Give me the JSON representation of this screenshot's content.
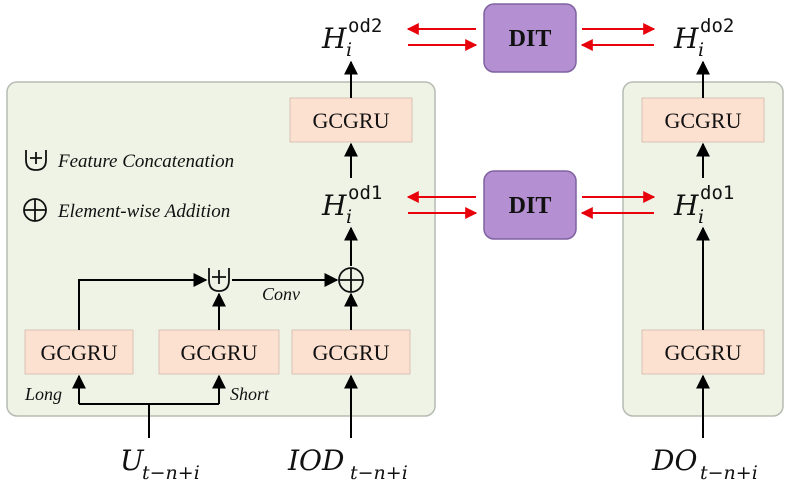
{
  "legend": {
    "concat_label": "Feature Concatenation",
    "add_label": "Element-wise Addition"
  },
  "blocks": {
    "gcgru_label": "GCGRU",
    "dit_label": "DIT"
  },
  "edge_labels": {
    "long": "Long",
    "short": "Short",
    "conv": "Conv"
  },
  "states": {
    "h_base": "H",
    "h_sub": "i",
    "od1_sup": "od1",
    "od2_sup": "od2",
    "do1_sup": "do1",
    "do2_sup": "do2"
  },
  "inputs": {
    "u_main": "U",
    "iod_main": "IOD",
    "do_main": "DO",
    "sub": "t−n+i"
  },
  "colors": {
    "panel": "#eef3e6",
    "gcgru": "#fce0d0",
    "dit": "#b48fd2",
    "red_arrow": "#e8000b"
  }
}
